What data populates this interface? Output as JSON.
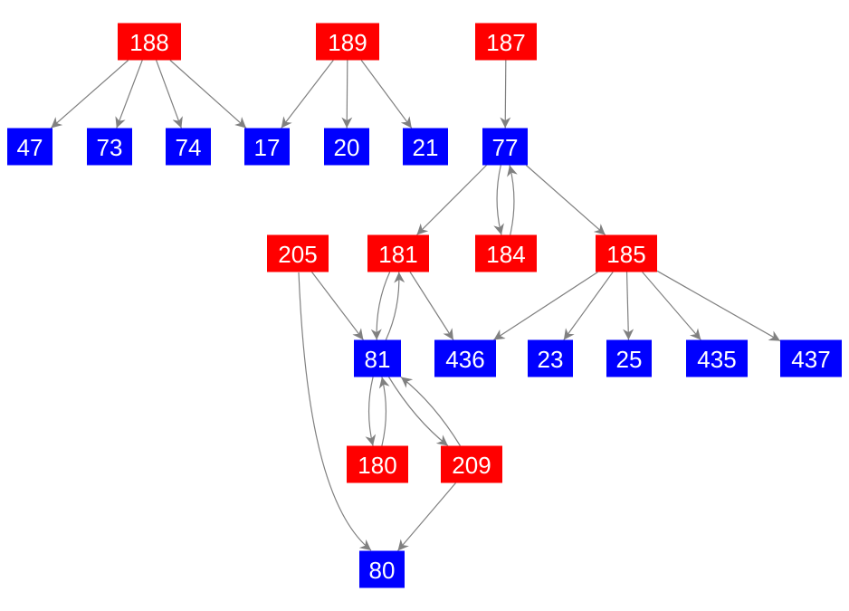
{
  "colors": {
    "red_node": "#ff0000",
    "blue_node": "#0000ff",
    "edge": "#808080"
  },
  "nodes": [
    {
      "id": "188",
      "group": "red"
    },
    {
      "id": "189",
      "group": "red"
    },
    {
      "id": "187",
      "group": "red"
    },
    {
      "id": "47",
      "group": "blue"
    },
    {
      "id": "73",
      "group": "blue"
    },
    {
      "id": "74",
      "group": "blue"
    },
    {
      "id": "17",
      "group": "blue"
    },
    {
      "id": "20",
      "group": "blue"
    },
    {
      "id": "21",
      "group": "blue"
    },
    {
      "id": "77",
      "group": "blue"
    },
    {
      "id": "205",
      "group": "red"
    },
    {
      "id": "181",
      "group": "red"
    },
    {
      "id": "184",
      "group": "red"
    },
    {
      "id": "185",
      "group": "red"
    },
    {
      "id": "81",
      "group": "blue"
    },
    {
      "id": "436",
      "group": "blue"
    },
    {
      "id": "23",
      "group": "blue"
    },
    {
      "id": "25",
      "group": "blue"
    },
    {
      "id": "435",
      "group": "blue"
    },
    {
      "id": "437",
      "group": "blue"
    },
    {
      "id": "180",
      "group": "red"
    },
    {
      "id": "209",
      "group": "red"
    },
    {
      "id": "80",
      "group": "blue"
    }
  ],
  "edges": [
    [
      "188",
      "47"
    ],
    [
      "188",
      "73"
    ],
    [
      "188",
      "74"
    ],
    [
      "188",
      "17"
    ],
    [
      "189",
      "17"
    ],
    [
      "189",
      "20"
    ],
    [
      "189",
      "21"
    ],
    [
      "187",
      "77"
    ],
    [
      "77",
      "181"
    ],
    [
      "77",
      "184"
    ],
    [
      "184",
      "77"
    ],
    [
      "77",
      "185"
    ],
    [
      "205",
      "81"
    ],
    [
      "205",
      "80"
    ],
    [
      "181",
      "81"
    ],
    [
      "81",
      "181"
    ],
    [
      "181",
      "436"
    ],
    [
      "185",
      "436"
    ],
    [
      "185",
      "23"
    ],
    [
      "185",
      "25"
    ],
    [
      "185",
      "435"
    ],
    [
      "185",
      "437"
    ],
    [
      "81",
      "180"
    ],
    [
      "180",
      "81"
    ],
    [
      "81",
      "209"
    ],
    [
      "209",
      "81"
    ],
    [
      "209",
      "80"
    ]
  ]
}
